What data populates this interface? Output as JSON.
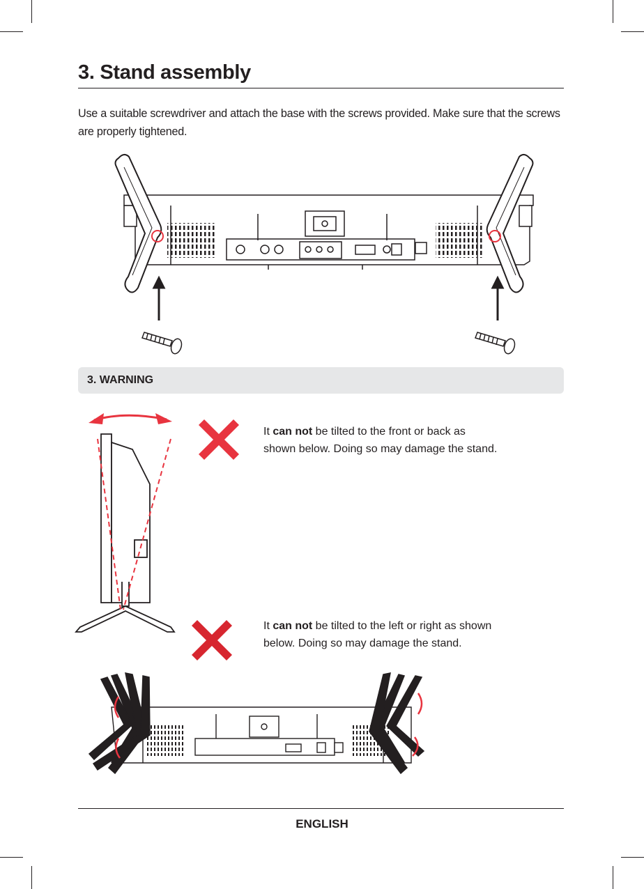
{
  "section": {
    "title": "3. Stand assembly",
    "intro": "Use a suitable screwdriver and attach the base with the screws provided. Make sure that the screws are properly tightened."
  },
  "warning": {
    "title": "3. WARNING",
    "item1": {
      "prefix": "It ",
      "emphasis": "can not",
      "rest": " be tilted to the front or back as shown below.  Doing so may damage the stand."
    },
    "item2": {
      "prefix": "It ",
      "emphasis": "can not",
      "rest": " be tilted to the left or right as shown below.  Doing so may damage the stand."
    }
  },
  "footer": {
    "language": "ENGLISH"
  },
  "colors": {
    "text": "#231f20",
    "warn_red": "#e8343f",
    "band": "#e6e7e8"
  },
  "icons": [
    "tv-rear-view",
    "stand-leg",
    "screw-icon",
    "arrow-up-icon",
    "cross-icon",
    "tv-side-view",
    "tilt-arrows-icon"
  ]
}
